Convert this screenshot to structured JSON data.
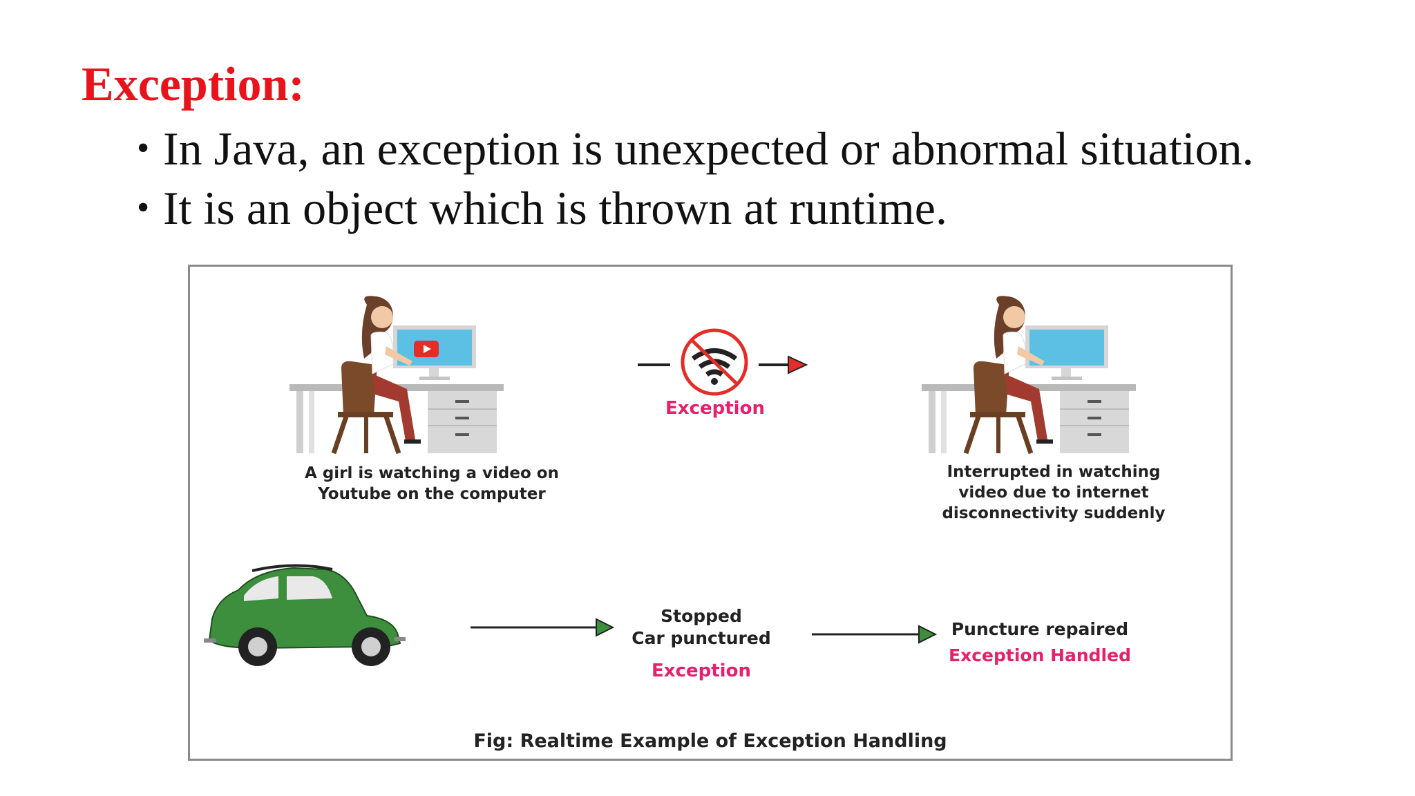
{
  "slide": {
    "heading": "Exception:",
    "bullets": [
      "In Java, an exception is unexpected or abnormal situation.",
      "It is an object which is thrown at runtime."
    ],
    "bullet_glyph": "•"
  },
  "figure": {
    "left_caption_line1": "A girl is watching a video on",
    "left_caption_line2": "Youtube on the computer",
    "wifi_exception_label": "Exception",
    "right_caption_line1": "Interrupted in watching",
    "right_caption_line2": "video due to internet",
    "right_caption_line3": "disconnectivity suddenly",
    "stopped_line1": "Stopped",
    "stopped_line2": "Car punctured",
    "car_exception_label": "Exception",
    "puncture_line1": "Puncture repaired",
    "puncture_line2": "Exception Handled",
    "fig_caption": "Fig: Realtime Example of Exception Handling",
    "icons": [
      "girl-at-computer-icon",
      "no-wifi-icon",
      "car-icon",
      "arrow-icon"
    ]
  },
  "colors": {
    "heading": "#e8141b",
    "exception_text": "#e6206c",
    "car_body": "#3d8f3e",
    "monitor_screen": "#5bc0e3",
    "youtube_red": "#e52d27"
  }
}
